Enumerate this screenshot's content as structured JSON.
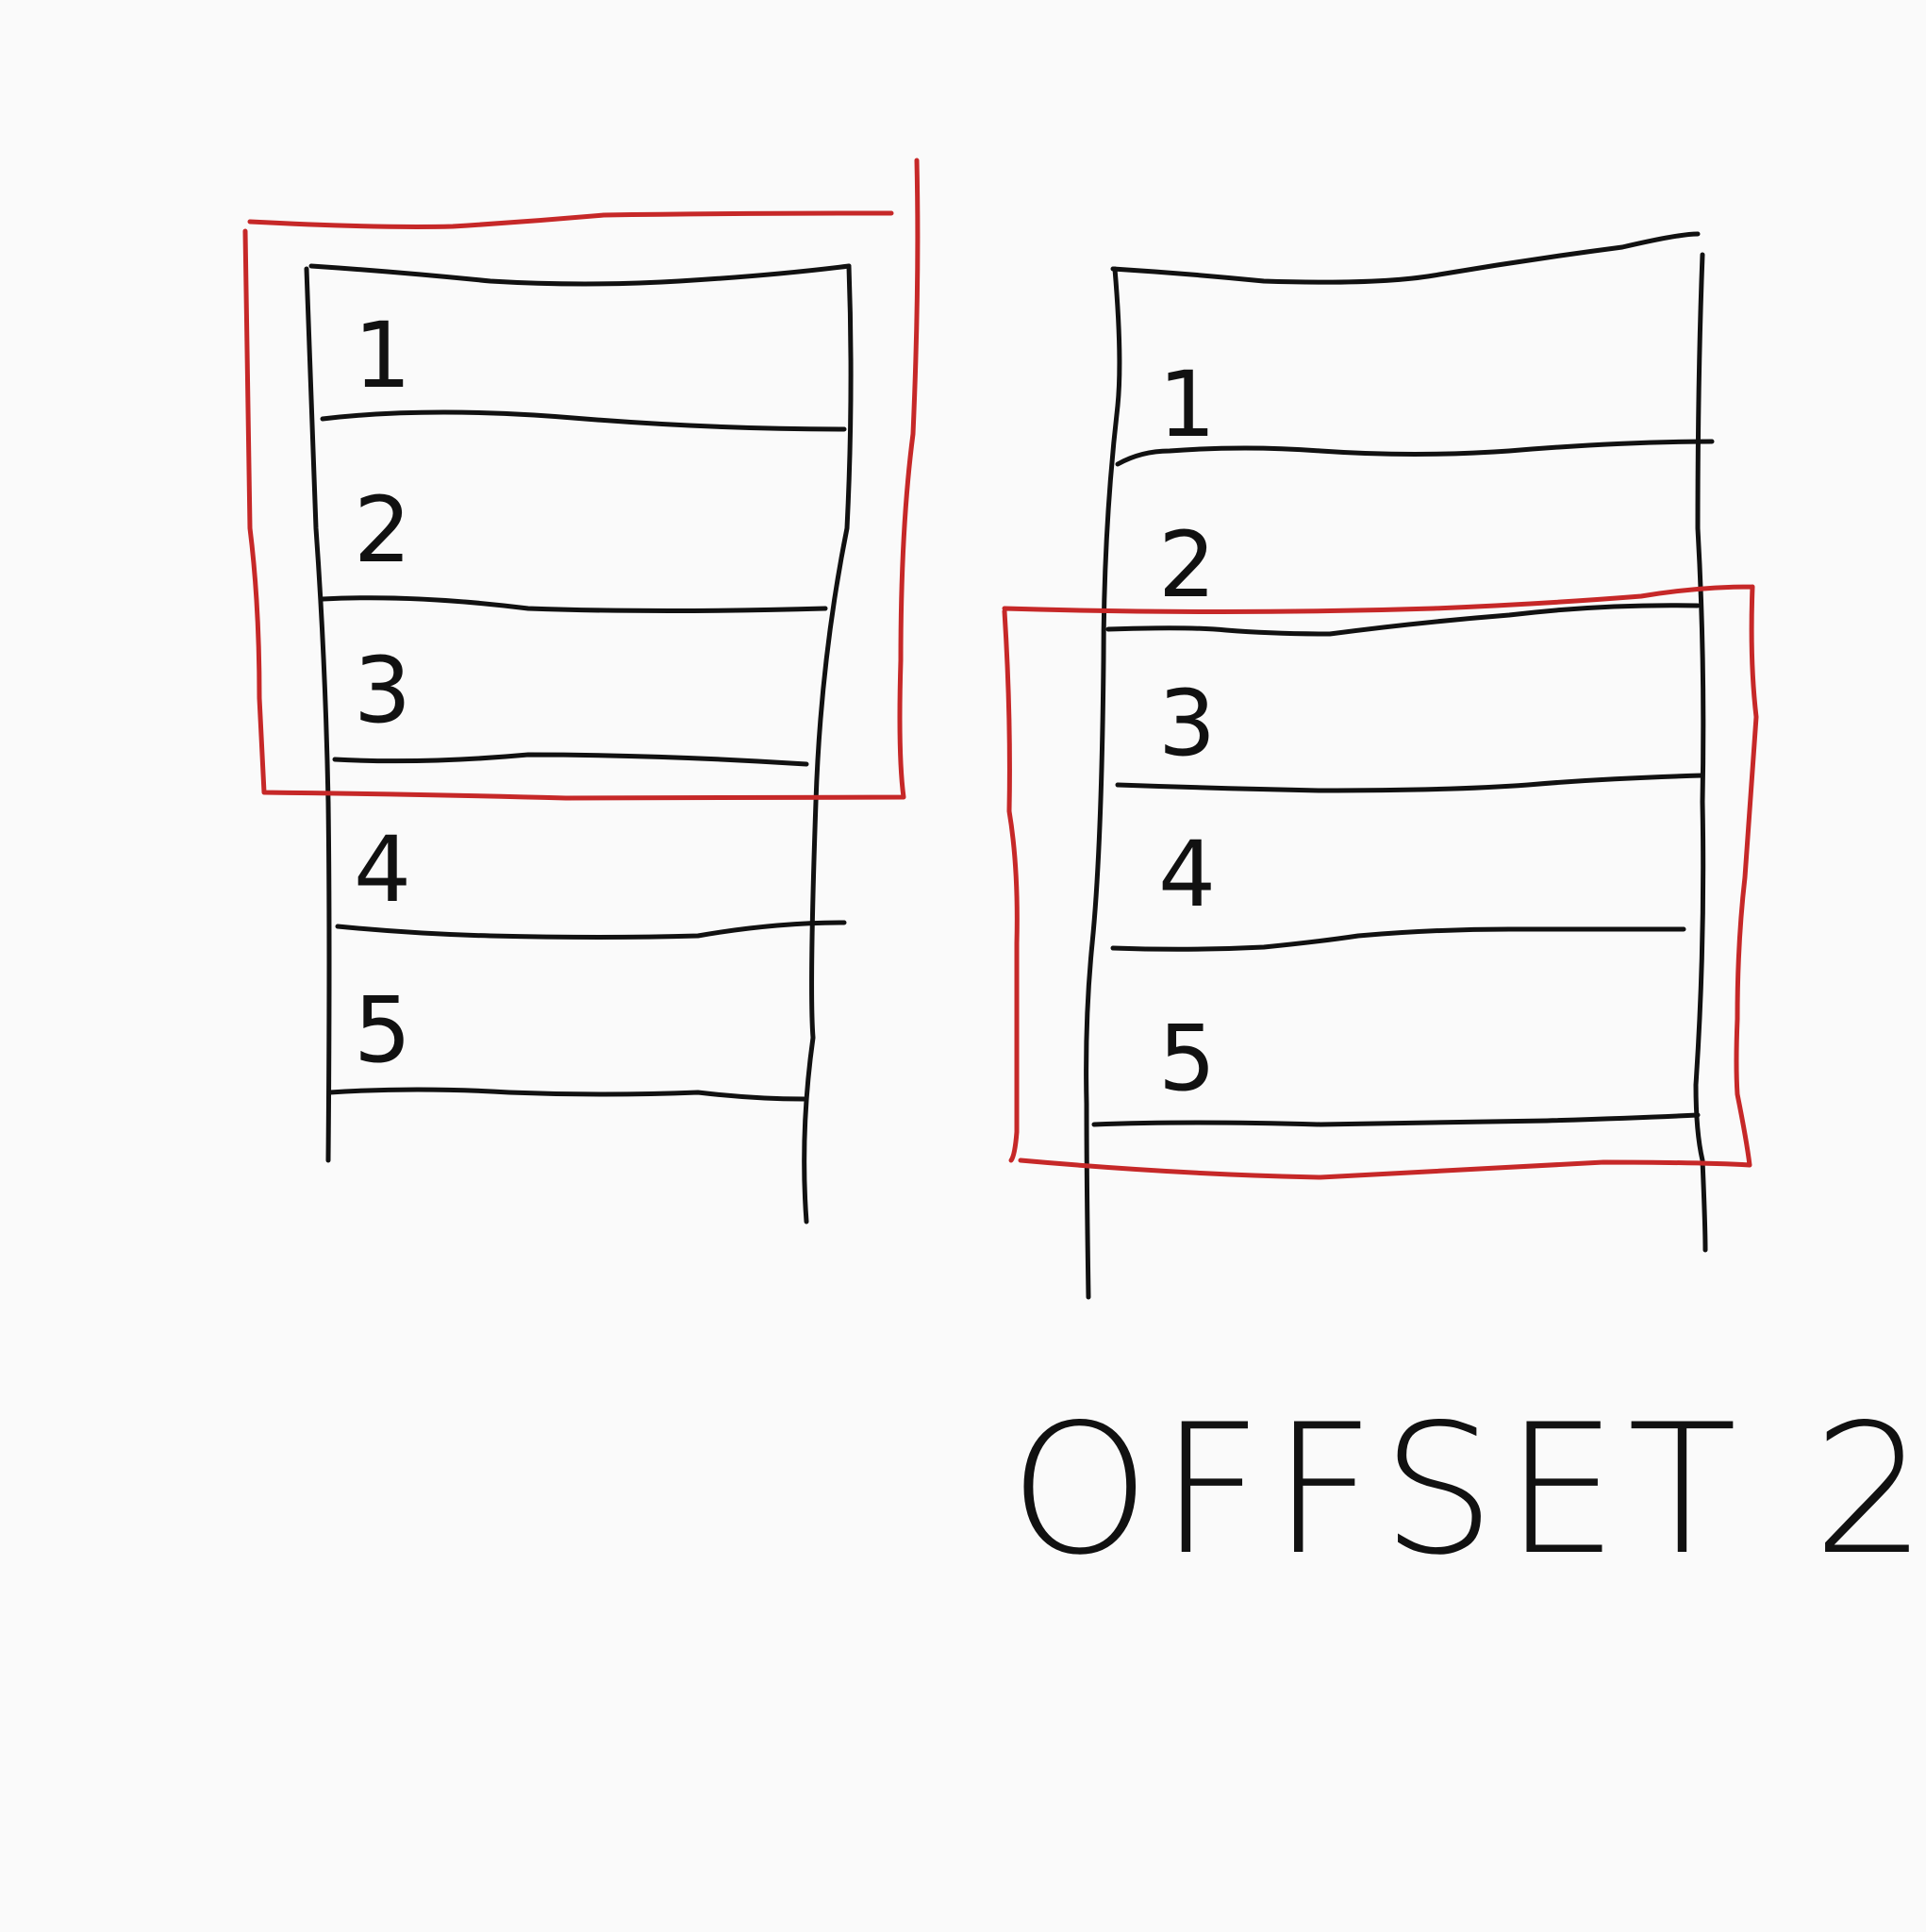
{
  "colors": {
    "ink": "#111111",
    "highlight": "#c62828",
    "paper": "#fafafa"
  },
  "left_list": {
    "rows": [
      "1",
      "2",
      "3",
      "4",
      "5"
    ],
    "highlighted_rows": [
      "1",
      "2",
      "3"
    ]
  },
  "right_list": {
    "rows": [
      "1",
      "2",
      "3",
      "4",
      "5"
    ],
    "highlighted_rows": [
      "3",
      "4",
      "5"
    ]
  },
  "caption": "OFFSET 2"
}
